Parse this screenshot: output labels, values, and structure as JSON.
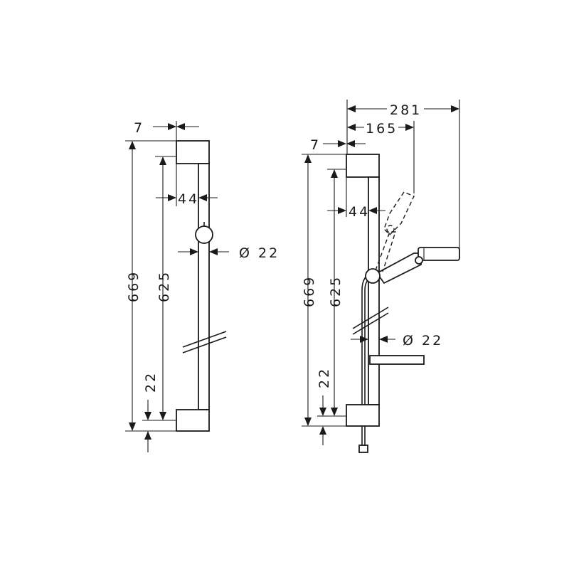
{
  "left_view": {
    "dims": {
      "wall_thickness": "7",
      "rail_offset": "44",
      "rail_diameter": "Ø 22",
      "total_height": "669",
      "bracket_spacing": "625",
      "bottom_offset": "22"
    }
  },
  "right_view": {
    "dims": {
      "total_reach": "281",
      "handshower_reach": "165",
      "wall_thickness": "7",
      "rail_offset": "44",
      "rail_diameter": "Ø 22",
      "total_height": "669",
      "bracket_spacing": "625",
      "bottom_offset": "22"
    }
  }
}
